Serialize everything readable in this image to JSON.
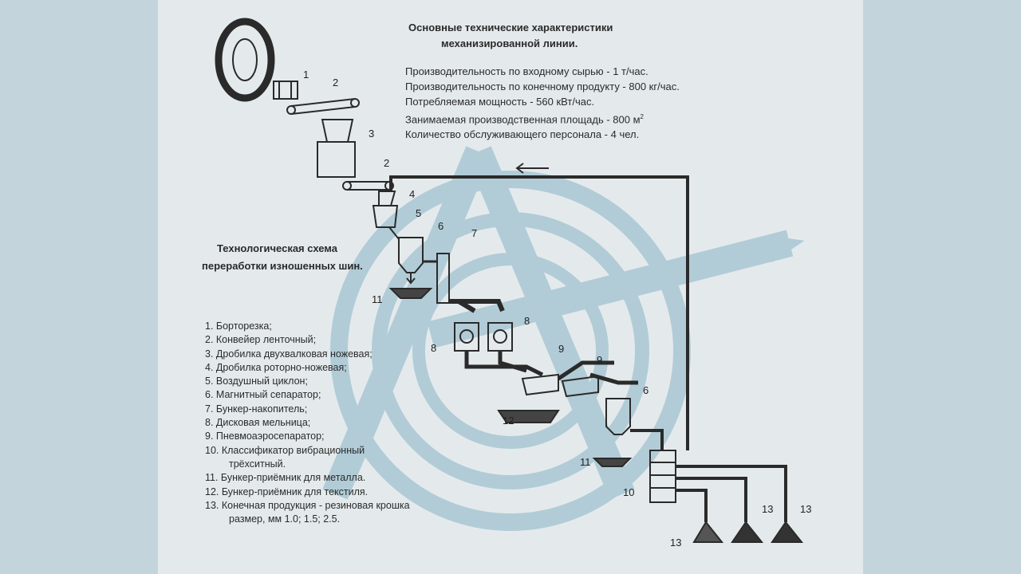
{
  "specs": {
    "title_line1": "Основные технические характеристики",
    "title_line2": "механизированной линии.",
    "lines": [
      "Производительность по входному сырью - 1 т/час.",
      "Производительность по конечному продукту - 800 кг/час.",
      "Потребляемая мощность - 560 кВт/час.",
      "Занимаемая производственная площадь - 800 м",
      "Количество обслуживающего персонала - 4 чел."
    ],
    "area_superscript": "2"
  },
  "scheme": {
    "title_line1": "Технологическая схема",
    "title_line2": "переработки изношенных шин."
  },
  "legend": [
    "1. Борторезка;",
    "2. Конвейер ленточный;",
    "3. Дробилка двухвалковая ножевая;",
    "4. Дробилка роторно-ножевая;",
    "5. Воздушный циклон;",
    "6. Магнитный сепаратор;",
    "7. Бункер-накопитель;",
    "8. Дисковая мельница;",
    "9. Пневмоаэросепаратор;",
    "10. Классификатор вибрационный",
    "трёхситный.",
    "11. Бункер-приёмник для металла.",
    "12. Бункер-приёмник для текстиля.",
    "13. Конечная продукция - резиновая крошка",
    "размер, мм 1.0; 1.5; 2.5."
  ],
  "labels": {
    "l1": "1",
    "l2a": "2",
    "l3": "3",
    "l2b": "2",
    "l4": "4",
    "l5": "5",
    "l6a": "6",
    "l7": "7",
    "l11a": "11",
    "l8a": "8",
    "l8b": "8",
    "l9a": "9",
    "l9b": "9",
    "l6b": "6",
    "l12": "12",
    "l11b": "11",
    "l10": "10",
    "l13a": "13",
    "l13b": "13",
    "l13c": "13"
  },
  "colors": {
    "watermark": "#a9c7d4",
    "ink": "#2a2a2a",
    "paper": "#e4eaec"
  }
}
